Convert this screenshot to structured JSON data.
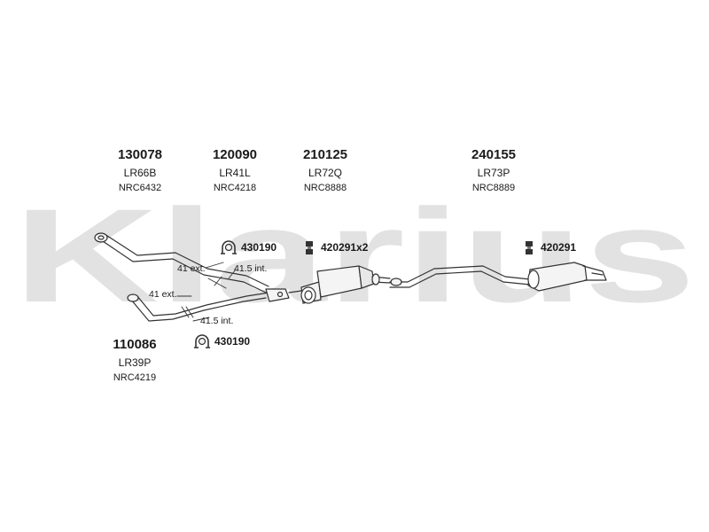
{
  "watermark": {
    "text": "Klarius",
    "color": "#e2e2e2"
  },
  "parts": {
    "p130078": {
      "number": "130078",
      "ref": "LR66B",
      "oem": "NRC6432"
    },
    "p120090": {
      "number": "120090",
      "ref": "LR41L",
      "oem": "NRC4218"
    },
    "p210125": {
      "number": "210125",
      "ref": "LR72Q",
      "oem": "NRC8888"
    },
    "p240155": {
      "number": "240155",
      "ref": "LR73P",
      "oem": "NRC8889"
    },
    "p110086": {
      "number": "110086",
      "ref": "LR39P",
      "oem": "NRC4219"
    }
  },
  "accessories": {
    "a430190_top": {
      "label": "430190",
      "icon": "clamp-icon"
    },
    "a420291x2": {
      "label": "420291x2",
      "icon": "rubber-mount-icon"
    },
    "a420291": {
      "label": "420291",
      "icon": "rubber-mount-icon"
    },
    "a430190_bottom": {
      "label": "430190",
      "icon": "clamp-icon"
    }
  },
  "dimensions": {
    "d41ext_top": "41 ext.",
    "d415int_top": "41.5 int.",
    "d41ext_bottom": "41 ext.",
    "d415int_bottom": "41.5 int."
  },
  "colors": {
    "line": "#333333",
    "fill": "#f4f4f4",
    "text": "#1a1a1a"
  }
}
